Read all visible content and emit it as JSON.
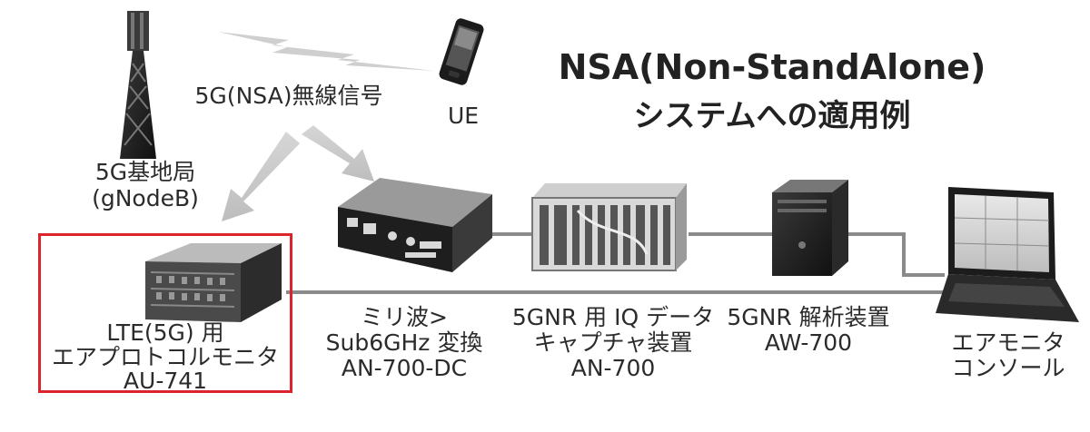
{
  "title": {
    "line1": "NSA(Non-StandAlone)",
    "line2": "システムへの適用例"
  },
  "signal_label": "5G(NSA)無線信号",
  "nodes": {
    "gnodeb": {
      "line1": "5G基地局",
      "line2": "(gNodeB)"
    },
    "ue": {
      "line1": "UE"
    },
    "au741": {
      "line1": "LTE(5G) 用",
      "line2": "エアプロトコルモニタ",
      "line3": "AU-741"
    },
    "an700dc": {
      "line1": "ミリ波>",
      "line2": "Sub6GHz 変換",
      "line3": "AN-700-DC"
    },
    "an700": {
      "line1": "5GNR 用 IQ データ",
      "line2": "キャプチャ装置",
      "line3": "AN-700"
    },
    "aw700": {
      "line1": "5GNR 解析装置",
      "line2": "AW-700"
    },
    "console": {
      "line1": "エアモニタ",
      "line2": "コンソール"
    }
  },
  "colors": {
    "highlight": "#d9252b",
    "connector": "#8a8a8a",
    "arrow": "#c8c8c8"
  }
}
